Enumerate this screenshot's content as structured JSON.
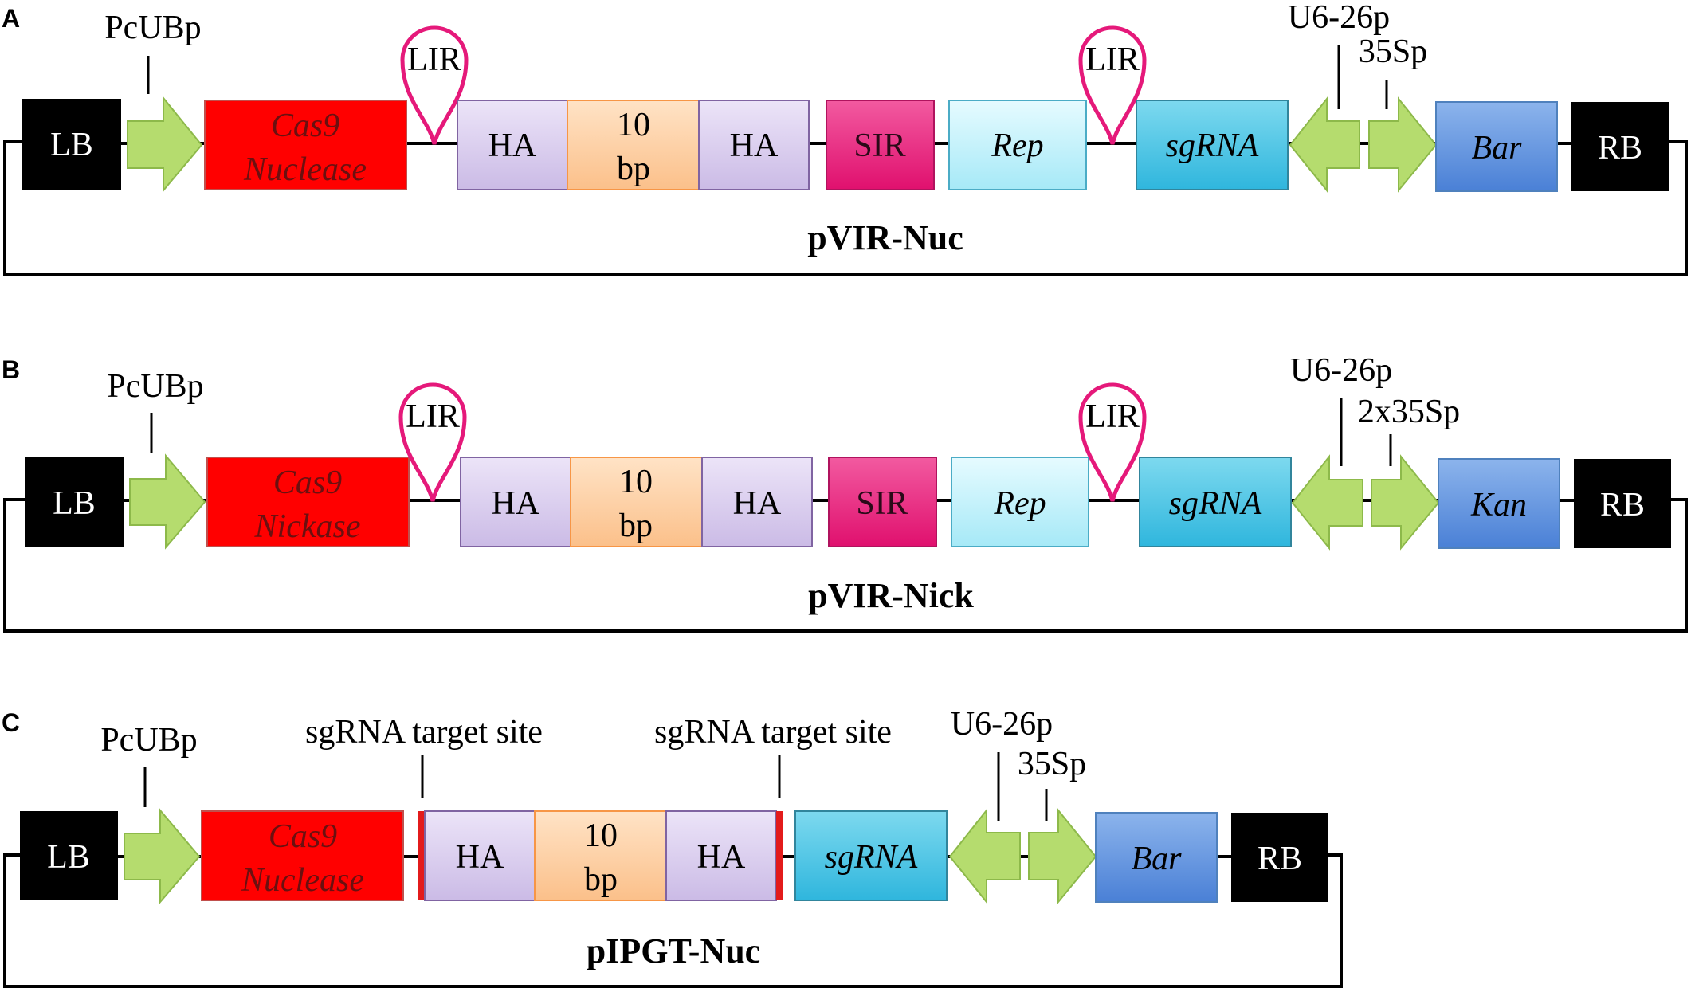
{
  "colors": {
    "border": "#b88a2e",
    "black_box": "#000000",
    "cas9": "#ff0000",
    "ha": "#ddd0f0",
    "bp10": "#fdd2a8",
    "sir": "#ec1b7a",
    "rep": "#c8f2fb",
    "sgrna": "#4ec9e8",
    "marker": "#6a9ae0",
    "arrow": "#b5dc6e",
    "lir": "#e5197a",
    "target_mark": "#e31b1b"
  },
  "panels": [
    {
      "letter": "A",
      "title": "pVIR-Nuc",
      "promoter": "PcUBp",
      "lb": "LB",
      "cas9": [
        "Cas9",
        "Nuclease"
      ],
      "lir1": "LIR",
      "ha1": "HA",
      "bp10": [
        "10",
        "bp"
      ],
      "ha2": "HA",
      "sir": "SIR",
      "rep": "Rep",
      "lir2": "LIR",
      "sgrna": "sgRNA",
      "u6": "U6-26p",
      "p35": "35Sp",
      "marker": "Bar",
      "rb": "RB"
    },
    {
      "letter": "B",
      "title": "pVIR-Nick",
      "promoter": "PcUBp",
      "lb": "LB",
      "cas9": [
        "Cas9",
        "Nickase"
      ],
      "lir1": "LIR",
      "ha1": "HA",
      "bp10": [
        "10",
        "bp"
      ],
      "ha2": "HA",
      "sir": "SIR",
      "rep": "Rep",
      "lir2": "LIR",
      "sgrna": "sgRNA",
      "u6": "U6-26p",
      "p35": "2x35Sp",
      "marker": "Kan",
      "rb": "RB"
    },
    {
      "letter": "C",
      "title": "pIPGT-Nuc",
      "promoter": "PcUBp",
      "lb": "LB",
      "cas9": [
        "Cas9",
        "Nuclease"
      ],
      "target1": "sgRNA target site",
      "ha1": "HA",
      "bp10": [
        "10",
        "bp"
      ],
      "ha2": "HA",
      "target2": "sgRNA target site",
      "sgrna": "sgRNA",
      "u6": "U6-26p",
      "p35": "35Sp",
      "marker": "Bar",
      "rb": "RB"
    }
  ]
}
